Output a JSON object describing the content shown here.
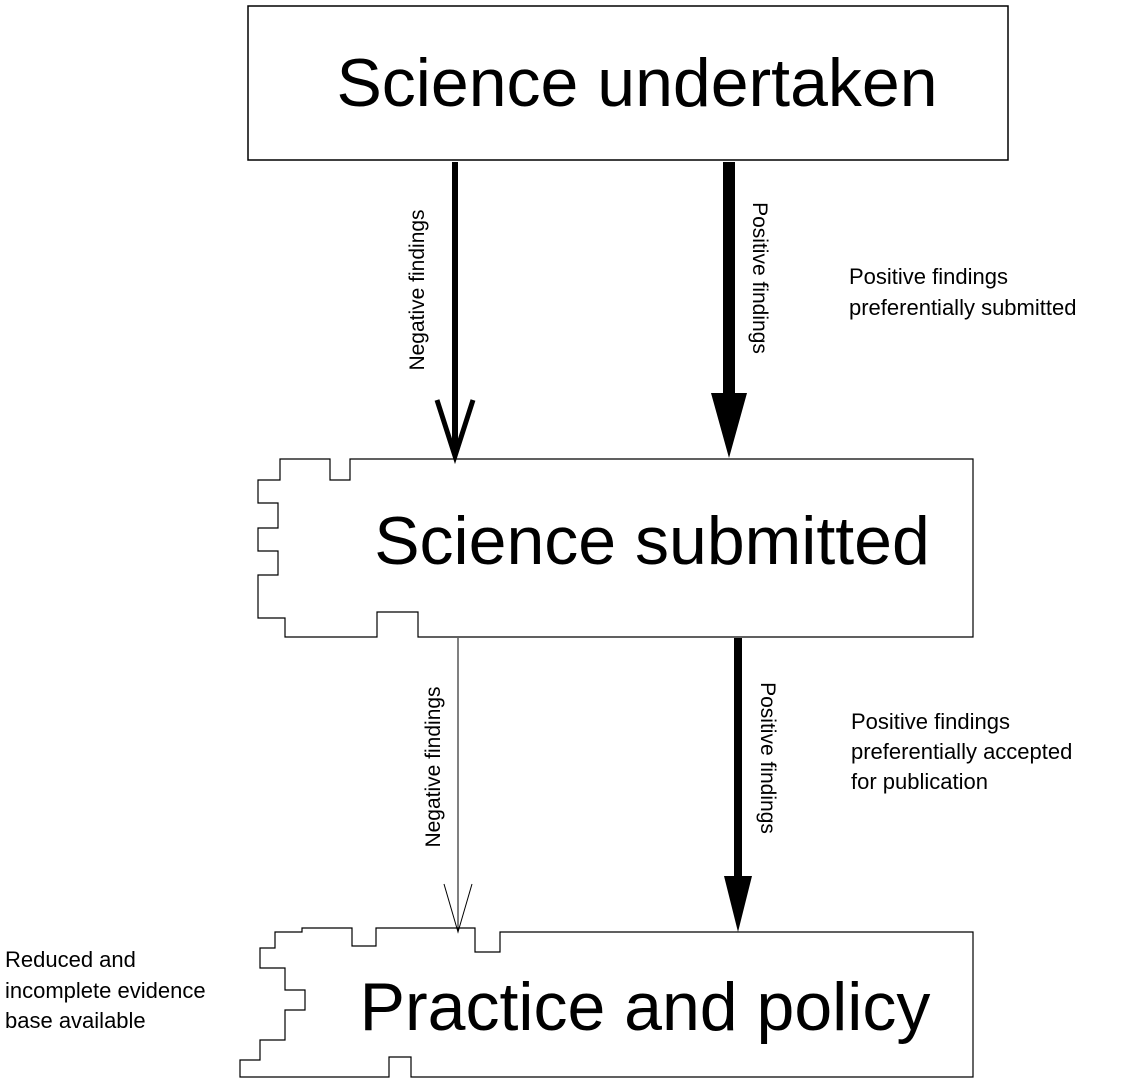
{
  "boxes": {
    "top": {
      "title": "Science undertaken"
    },
    "middle": {
      "title": "Science submitted"
    },
    "bottom": {
      "title": "Practice and policy"
    }
  },
  "arrows": {
    "upper_negative": {
      "label": "Negative findings"
    },
    "upper_positive": {
      "label": "Positive findings"
    },
    "lower_negative": {
      "label": "Negative findings"
    },
    "lower_positive": {
      "label": "Positive findings"
    }
  },
  "notes": {
    "submitted": [
      "Positive findings",
      "preferentially submitted"
    ],
    "accepted": [
      "Positive findings",
      "preferentially accepted",
      "for publication"
    ],
    "evidence": [
      "Reduced and",
      "incomplete evidence",
      "base available"
    ]
  }
}
